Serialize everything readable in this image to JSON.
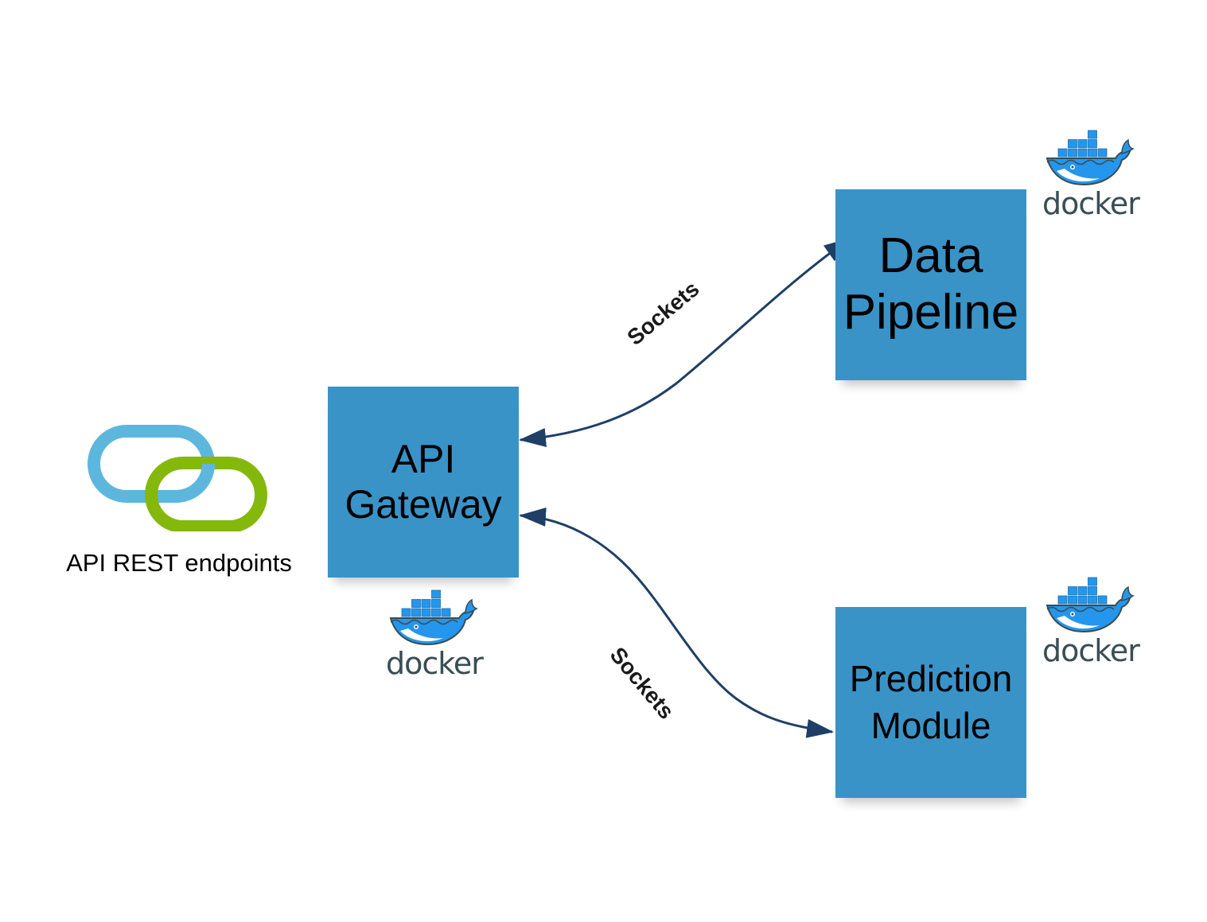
{
  "colors": {
    "box_fill": "#3a93c7",
    "edge": "#1f3f66",
    "docker_blue": "#2496ed",
    "docker_text": "#394d54",
    "link_blue": "#5db7dc",
    "link_green": "#84b80d"
  },
  "nodes": {
    "gateway": {
      "label": "API\nGateway"
    },
    "pipeline": {
      "label": "Data\nPipeline"
    },
    "prediction": {
      "label": "Prediction\nModule"
    }
  },
  "edges": [
    {
      "from": "gateway",
      "to": "pipeline",
      "label": "Sockets",
      "bidirectional": true
    },
    {
      "from": "gateway",
      "to": "prediction",
      "label": "Sockets",
      "bidirectional": true
    }
  ],
  "rest_link": {
    "icon": "chain-link-icon",
    "caption": "API REST endpoints"
  },
  "docker": {
    "icon": "docker-whale-icon",
    "word": "docker"
  }
}
